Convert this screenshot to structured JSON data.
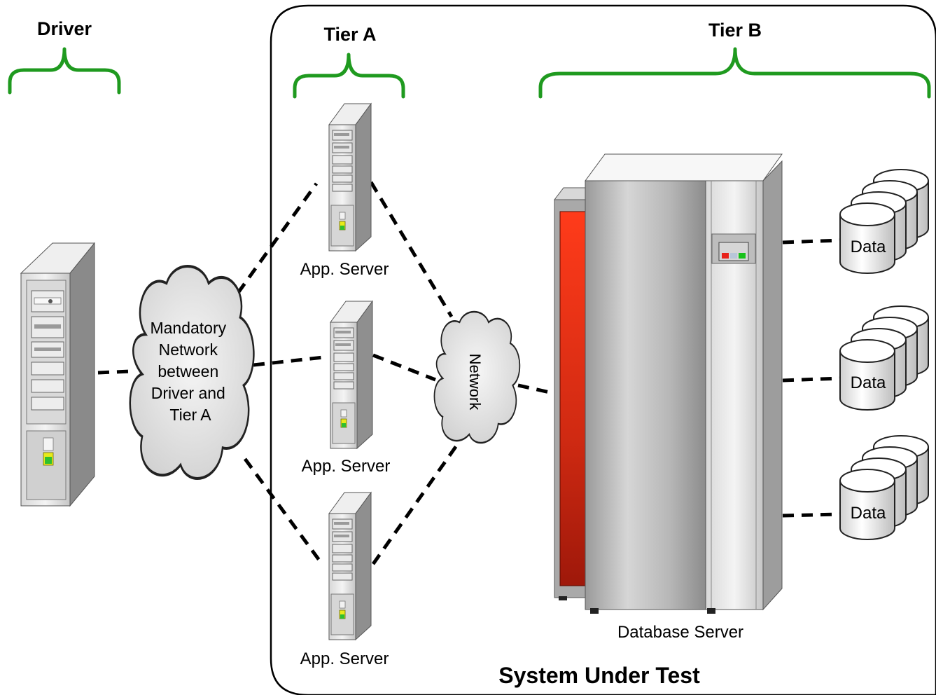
{
  "labels": {
    "driver": "Driver",
    "tier_a": "Tier A",
    "tier_b": "Tier B",
    "system_under_test": "System Under Test",
    "database_server": "Database Server"
  },
  "mandatory_network": {
    "lines": [
      "Mandatory",
      "Network",
      "between",
      "Driver and",
      "Tier A"
    ]
  },
  "network_cloud": {
    "label": "Network"
  },
  "app_servers": [
    {
      "label": "App. Server"
    },
    {
      "label": "App. Server"
    },
    {
      "label": "App. Server"
    }
  ],
  "data_stores": [
    {
      "label": "Data"
    },
    {
      "label": "Data"
    },
    {
      "label": "Data"
    }
  ],
  "colors": {
    "brace": "#1f9a1f",
    "db_panel": "#e23a1a",
    "server_gray": "#c9c9c9"
  },
  "icons": {
    "driver": "tower-server-icon",
    "app_server": "tower-server-icon",
    "database": "rack-server-icon",
    "data": "cylinder-stack-icon",
    "cloud": "cloud-icon"
  }
}
